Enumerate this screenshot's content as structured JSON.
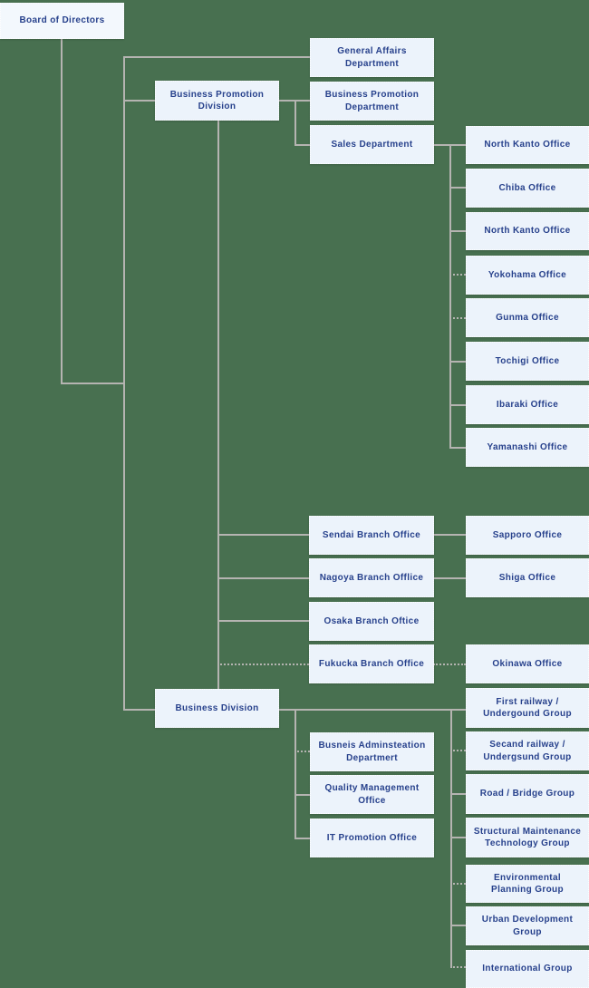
{
  "colors": {
    "background": "#487050",
    "box_fill": "#ecf3fb",
    "box_fill_light": "#f3f8fd",
    "text": "#27418c",
    "line": "#b5b4b1"
  },
  "nodes": [
    {
      "id": "board-of-directors",
      "label": "Board of Directors"
    },
    {
      "id": "business-promotion-division",
      "label": "Business Promotion\nDivision"
    },
    {
      "id": "general-affairs-department",
      "label": "General Affairs\nDepartment"
    },
    {
      "id": "business-promotion-department",
      "label": "Business Promotion\nDepartment"
    },
    {
      "id": "sales-department",
      "label": "Sales Department"
    },
    {
      "id": "north-kanto-office-1",
      "label": "North Kanto Office"
    },
    {
      "id": "chiba-office",
      "label": "Chiba Office"
    },
    {
      "id": "north-kanto-office-2",
      "label": "North Kanto Office"
    },
    {
      "id": "yokohama-office",
      "label": "Yokohama Office"
    },
    {
      "id": "gunma-office",
      "label": "Gunma Office"
    },
    {
      "id": "tochigi-office",
      "label": "Tochigi Office"
    },
    {
      "id": "ibaraki-office",
      "label": "Ibaraki Office"
    },
    {
      "id": "yamanashi-office",
      "label": "Yamanashi Office"
    },
    {
      "id": "sendai-branch-office",
      "label": "Sendai Branch Office"
    },
    {
      "id": "sapporo-office",
      "label": "Sapporo Office"
    },
    {
      "id": "nagoya-branch-office",
      "label": "Nagoya Branch Offlice"
    },
    {
      "id": "shiga-office",
      "label": "Shiga Office"
    },
    {
      "id": "osaka-branch-office",
      "label": "Osaka Branch Oftice"
    },
    {
      "id": "fukucka-branch-office",
      "label": "Fukucka Branch Office"
    },
    {
      "id": "okinawa-office",
      "label": "Okinawa Office"
    },
    {
      "id": "business-division",
      "label": "Business Division"
    },
    {
      "id": "business-administration-department",
      "label": "Busneis Adminsteation\nDepartmert"
    },
    {
      "id": "quality-management-office",
      "label": "Quality Management\nOffice"
    },
    {
      "id": "it-promotion-office",
      "label": "IT Promotion Office"
    },
    {
      "id": "first-railway-underground-group",
      "label": "First railway /\nUndergound Group"
    },
    {
      "id": "second-railway-underground-group",
      "label": "Secand railway /\nUndergsund Group"
    },
    {
      "id": "road-bridge-group",
      "label": "Road / Bridge Group"
    },
    {
      "id": "structural-maintenance-technology-group",
      "label": "Structural Maintenance\nTechnology Group"
    },
    {
      "id": "environmental-planning-group",
      "label": "Environmental\nPlanning Group"
    },
    {
      "id": "urban-development-group",
      "label": "Urban Development\nGroup"
    },
    {
      "id": "international-group",
      "label": "International Group"
    }
  ],
  "edges": [
    {
      "from": "board-of-directors",
      "to": "general-affairs-department",
      "style": "solid"
    },
    {
      "from": "board-of-directors",
      "to": "business-promotion-division",
      "style": "solid"
    },
    {
      "from": "board-of-directors",
      "to": "business-division",
      "style": "solid"
    },
    {
      "from": "business-promotion-division",
      "to": "business-promotion-department",
      "style": "solid"
    },
    {
      "from": "business-promotion-division",
      "to": "sales-department",
      "style": "solid"
    },
    {
      "from": "business-promotion-division",
      "to": "sendai-branch-office",
      "style": "solid"
    },
    {
      "from": "business-promotion-division",
      "to": "nagoya-branch-office",
      "style": "solid"
    },
    {
      "from": "business-promotion-division",
      "to": "osaka-branch-office",
      "style": "solid"
    },
    {
      "from": "business-promotion-division",
      "to": "fukucka-branch-office",
      "style": "dotted"
    },
    {
      "from": "sales-department",
      "to": "north-kanto-office-1",
      "style": "solid"
    },
    {
      "from": "sales-department",
      "to": "chiba-office",
      "style": "solid"
    },
    {
      "from": "sales-department",
      "to": "north-kanto-office-2",
      "style": "solid"
    },
    {
      "from": "sales-department",
      "to": "yokohama-office",
      "style": "dotted"
    },
    {
      "from": "sales-department",
      "to": "gunma-office",
      "style": "dotted"
    },
    {
      "from": "sales-department",
      "to": "tochigi-office",
      "style": "solid"
    },
    {
      "from": "sales-department",
      "to": "ibaraki-office",
      "style": "solid"
    },
    {
      "from": "sales-department",
      "to": "yamanashi-office",
      "style": "solid"
    },
    {
      "from": "sendai-branch-office",
      "to": "sapporo-office",
      "style": "solid"
    },
    {
      "from": "nagoya-branch-office",
      "to": "shiga-office",
      "style": "solid"
    },
    {
      "from": "fukucka-branch-office",
      "to": "okinawa-office",
      "style": "dotted"
    },
    {
      "from": "business-division",
      "to": "business-administration-department",
      "style": "dotted"
    },
    {
      "from": "business-division",
      "to": "quality-management-office",
      "style": "solid"
    },
    {
      "from": "business-division",
      "to": "it-promotion-office",
      "style": "solid"
    },
    {
      "from": "business-division",
      "to": "first-railway-underground-group",
      "style": "solid"
    },
    {
      "from": "business-division",
      "to": "second-railway-underground-group",
      "style": "dotted"
    },
    {
      "from": "business-division",
      "to": "road-bridge-group",
      "style": "solid"
    },
    {
      "from": "business-division",
      "to": "structural-maintenance-technology-group",
      "style": "solid"
    },
    {
      "from": "business-division",
      "to": "environmental-planning-group",
      "style": "dotted"
    },
    {
      "from": "business-division",
      "to": "urban-development-group",
      "style": "solid"
    },
    {
      "from": "business-division",
      "to": "international-group",
      "style": "dotted"
    }
  ]
}
